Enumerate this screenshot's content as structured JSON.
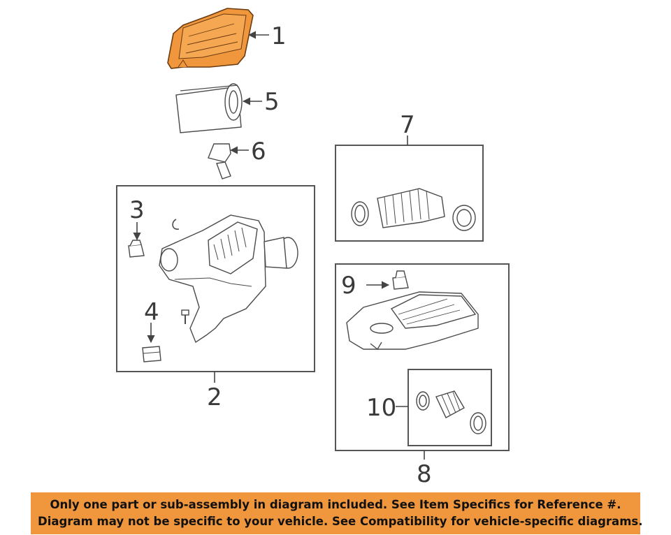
{
  "callouts": {
    "n1": "1",
    "n2": "2",
    "n3": "3",
    "n4": "4",
    "n5": "5",
    "n6": "6",
    "n7": "7",
    "n8": "8",
    "n9": "9",
    "n10": "10"
  },
  "colors": {
    "highlight": "#f0963c",
    "line": "#444444",
    "banner_bg": "#f0963c"
  },
  "banner": {
    "line1": "Only one part or sub-assembly in diagram included. See Item Specifics for Reference #.",
    "line2": "Diagram may not be specific to your vehicle. See Compatibility for vehicle-specific diagrams."
  }
}
